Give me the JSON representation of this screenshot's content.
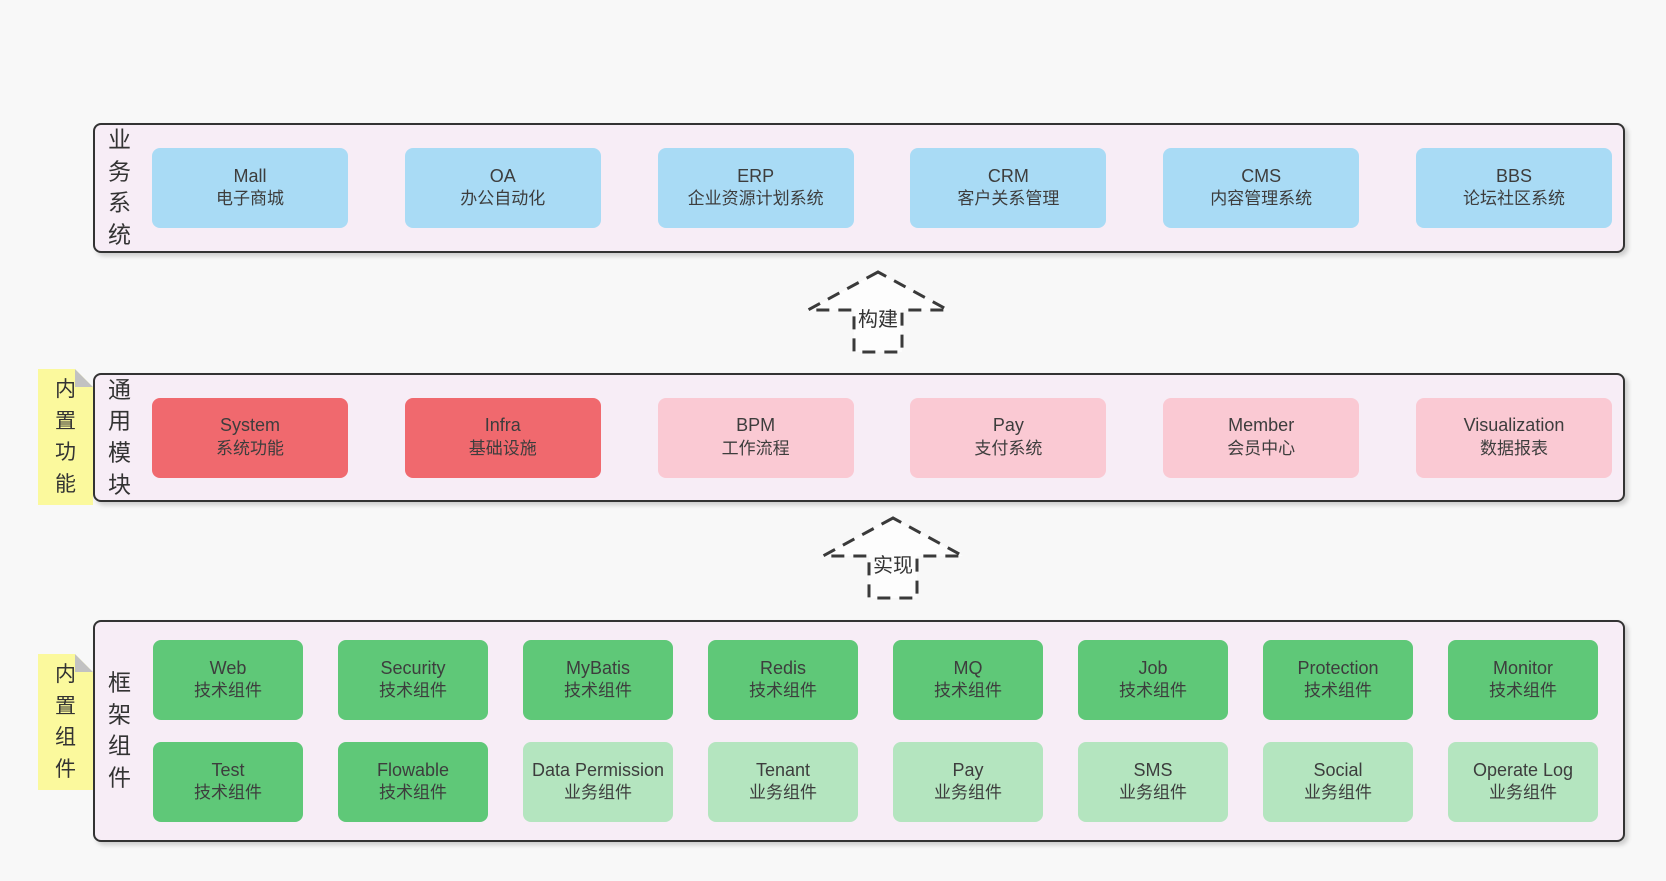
{
  "colors": {
    "page_bg": "#f8f8f8",
    "band_bg": "#f7edf6",
    "border": "#333333",
    "blue": "#a9dbf5",
    "red": "#f0696e",
    "pink": "#fac9d3",
    "green": "#5fc878",
    "green_light": "#b4e5bf",
    "sticky_bg": "#fbf99d",
    "fold": "#c2c2c2",
    "arrow_fill": "#fdfdfd"
  },
  "arrows": [
    {
      "id": "build",
      "label": "构建"
    },
    {
      "id": "implement",
      "label": "实现"
    }
  ],
  "bands": [
    {
      "id": "business-systems",
      "label": "业务系统",
      "sticky": null,
      "rows": [
        [
          {
            "name": "Mall",
            "desc": "电子商城",
            "variant": "blue"
          },
          {
            "name": "OA",
            "desc": "办公自动化",
            "variant": "blue"
          },
          {
            "name": "ERP",
            "desc": "企业资源计划系统",
            "variant": "blue"
          },
          {
            "name": "CRM",
            "desc": "客户关系管理",
            "variant": "blue"
          },
          {
            "name": "CMS",
            "desc": "内容管理系统",
            "variant": "blue"
          },
          {
            "name": "BBS",
            "desc": "论坛社区系统",
            "variant": "blue"
          }
        ]
      ]
    },
    {
      "id": "common-modules",
      "label": "通用模块",
      "sticky": "内置功能",
      "rows": [
        [
          {
            "name": "System",
            "desc": "系统功能",
            "variant": "red"
          },
          {
            "name": "Infra",
            "desc": "基础设施",
            "variant": "red"
          },
          {
            "name": "BPM",
            "desc": "工作流程",
            "variant": "pink"
          },
          {
            "name": "Pay",
            "desc": "支付系统",
            "variant": "pink"
          },
          {
            "name": "Member",
            "desc": "会员中心",
            "variant": "pink"
          },
          {
            "name": "Visualization",
            "desc": "数据报表",
            "variant": "pink"
          }
        ]
      ]
    },
    {
      "id": "framework-components",
      "label": "框架组件",
      "sticky": "内置组件",
      "rows": [
        [
          {
            "name": "Web",
            "desc": "技术组件",
            "variant": "green"
          },
          {
            "name": "Security",
            "desc": "技术组件",
            "variant": "green"
          },
          {
            "name": "MyBatis",
            "desc": "技术组件",
            "variant": "green"
          },
          {
            "name": "Redis",
            "desc": "技术组件",
            "variant": "green"
          },
          {
            "name": "MQ",
            "desc": "技术组件",
            "variant": "green"
          },
          {
            "name": "Job",
            "desc": "技术组件",
            "variant": "green"
          },
          {
            "name": "Protection",
            "desc": "技术组件",
            "variant": "green"
          },
          {
            "name": "Monitor",
            "desc": "技术组件",
            "variant": "green"
          }
        ],
        [
          {
            "name": "Test",
            "desc": "技术组件",
            "variant": "green"
          },
          {
            "name": "Flowable",
            "desc": "技术组件",
            "variant": "green"
          },
          {
            "name": "Data Permission",
            "desc": "业务组件",
            "variant": "green-light"
          },
          {
            "name": "Tenant",
            "desc": "业务组件",
            "variant": "green-light"
          },
          {
            "name": "Pay",
            "desc": "业务组件",
            "variant": "green-light"
          },
          {
            "name": "SMS",
            "desc": "业务组件",
            "variant": "green-light"
          },
          {
            "name": "Social",
            "desc": "业务组件",
            "variant": "green-light"
          },
          {
            "name": "Operate Log",
            "desc": "业务组件",
            "variant": "green-light"
          }
        ]
      ]
    }
  ]
}
